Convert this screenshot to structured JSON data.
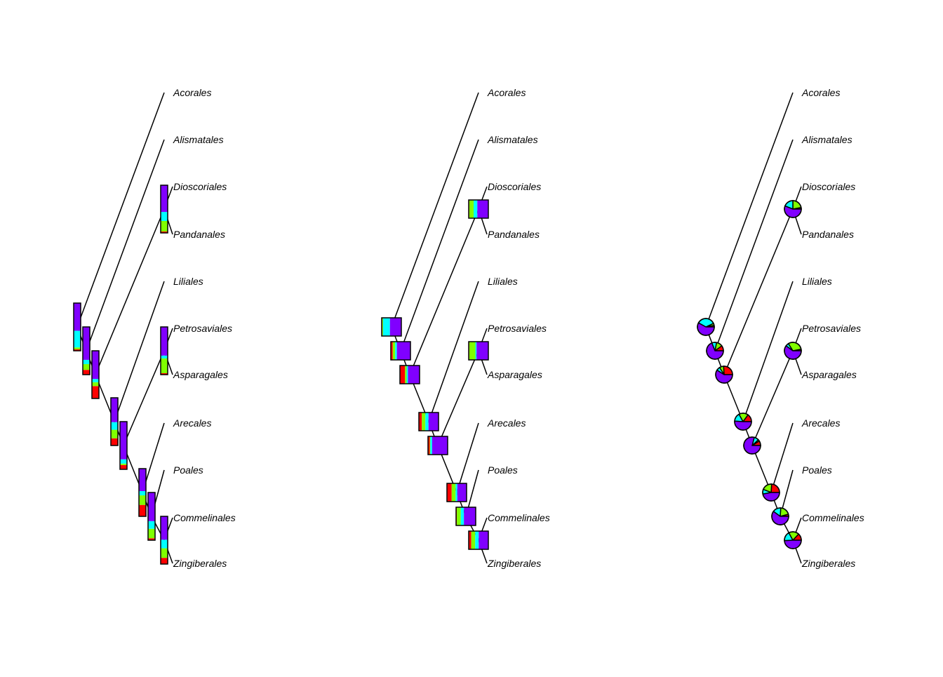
{
  "tips": [
    "Acorales",
    "Alismatales",
    "Dioscoriales",
    "Pandanales",
    "Liliales",
    "Petrosaviales",
    "Asparagales",
    "Arecales",
    "Poales",
    "Commelinales",
    "Zingiberales"
  ],
  "colors": [
    "#ff0000",
    "#80ff00",
    "#00ffff",
    "#8000ff"
  ],
  "node_style": {
    "thermo": "bar",
    "box": "box",
    "pie": "pie"
  },
  "panels": [
    {
      "id": "thermo-panel",
      "style": "thermo"
    },
    {
      "id": "box-panel",
      "style": "box"
    },
    {
      "id": "pie-panel",
      "style": "pie"
    }
  ],
  "node_probabilities": {
    "n12": [
      0.03,
      0.04,
      0.35,
      0.58
    ],
    "n13": [
      0.1,
      0.12,
      0.09,
      0.69
    ],
    "n14": [
      0.26,
      0.08,
      0.07,
      0.59
    ],
    "n15": [
      0.15,
      0.18,
      0.16,
      0.51
    ],
    "n16": [
      0.09,
      0.03,
      0.09,
      0.79
    ],
    "n17": [
      0.03,
      0.22,
      0.19,
      0.56
    ],
    "n18": [
      0.03,
      0.31,
      0.06,
      0.6
    ],
    "n19": [
      0.24,
      0.2,
      0.09,
      0.47
    ],
    "n20": [
      0.04,
      0.2,
      0.16,
      0.6
    ],
    "n21": [
      0.13,
      0.2,
      0.18,
      0.49
    ]
  }
}
